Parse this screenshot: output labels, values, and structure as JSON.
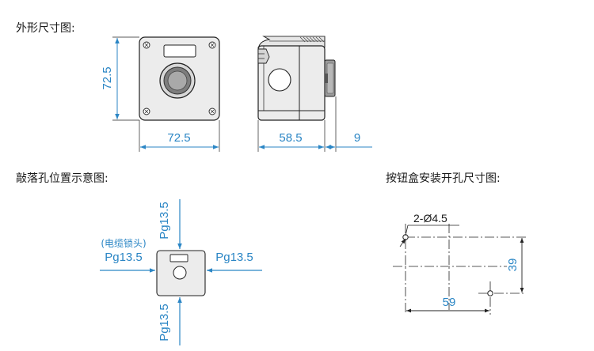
{
  "headings": {
    "outline": "外形尺寸图:",
    "knockout": "敲落孔位置示意图:",
    "cutout": "按钮盒安装开孔尺寸图:"
  },
  "outline": {
    "front_width": "72.5",
    "front_height": "72.5",
    "side_depth": "58.5",
    "button_depth": "9"
  },
  "knockout": {
    "top": "Pg13.5",
    "bottom": "Pg13.5",
    "left": "Pg13.5",
    "left_note": "(电缆锁头)",
    "right": "Pg13.5"
  },
  "cutout": {
    "holes": "2-Ø4.5",
    "width": "59",
    "height": "39"
  },
  "colors": {
    "dimension": "#2b86c5",
    "line": "#222222",
    "box_fill": "#ececec",
    "heading": "#1a1a1a"
  }
}
